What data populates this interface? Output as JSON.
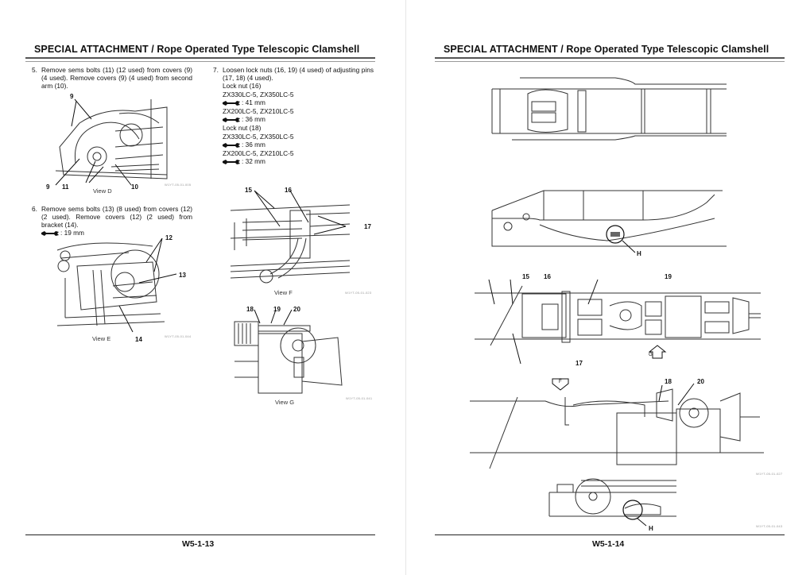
{
  "left_page": {
    "header": "SPECIAL ATTACHMENT / Rope Operated Type Telescopic Clamshell",
    "steps": [
      {
        "num": "5.",
        "text": "Remove sems bolts (11) (12 used) from covers (9) (4 used). Remove covers (9) (4 used) from second arm (10)."
      },
      {
        "num": "6.",
        "text": "Remove sems bolts (13) (8 used) from covers (12) (2 used). Remove covers (12) (2 used) from bracket (14).",
        "wrench": ": 19 mm"
      },
      {
        "num": "7.",
        "text": "Loosen lock nuts (16, 19) (4 used) of adjusting pins (17, 18) (4 used).",
        "specs": [
          {
            "label": "Lock nut (16)"
          },
          {
            "label": "ZX330LC-5, ZX350LC-5",
            "wrench": ": 41 mm"
          },
          {
            "label": "ZX200LC-5, ZX210LC-5",
            "wrench": ": 36 mm"
          },
          {
            "label": "Lock nut (18)"
          },
          {
            "label": "ZX330LC-5, ZX350LC-5",
            "wrench": ": 36 mm"
          },
          {
            "label": "ZX200LC-5, ZX210LC-5",
            "wrench": ": 32 mm"
          }
        ]
      }
    ],
    "figures": {
      "view_d": {
        "caption": "View D",
        "ref": "W1YT-05-01-005",
        "labels": [
          "9",
          "9",
          "11",
          "10"
        ]
      },
      "view_e": {
        "caption": "View E",
        "ref": "W1YT-05-01-044",
        "labels": [
          "12",
          "13",
          "14"
        ]
      },
      "view_f": {
        "caption": "View F",
        "ref": "W1YT-05-01-023",
        "labels": [
          "15",
          "16",
          "17"
        ]
      },
      "view_g": {
        "caption": "View G",
        "ref": "W1YT-05-01-041",
        "labels": [
          "18",
          "19",
          "20"
        ]
      }
    },
    "footer": "W5-1-13"
  },
  "right_page": {
    "header": "SPECIAL ATTACHMENT / Rope Operated Type Telescopic Clamshell",
    "figures": {
      "top_labels": [
        "H"
      ],
      "mid_labels": [
        "15",
        "16",
        "19",
        "17",
        "G"
      ],
      "low_labels": [
        "F",
        "18",
        "20",
        "H"
      ],
      "ref_1": "W1YT-05-01-027",
      "ref_2": "W1YT-05-01-043"
    },
    "footer": "W5-1-14"
  }
}
